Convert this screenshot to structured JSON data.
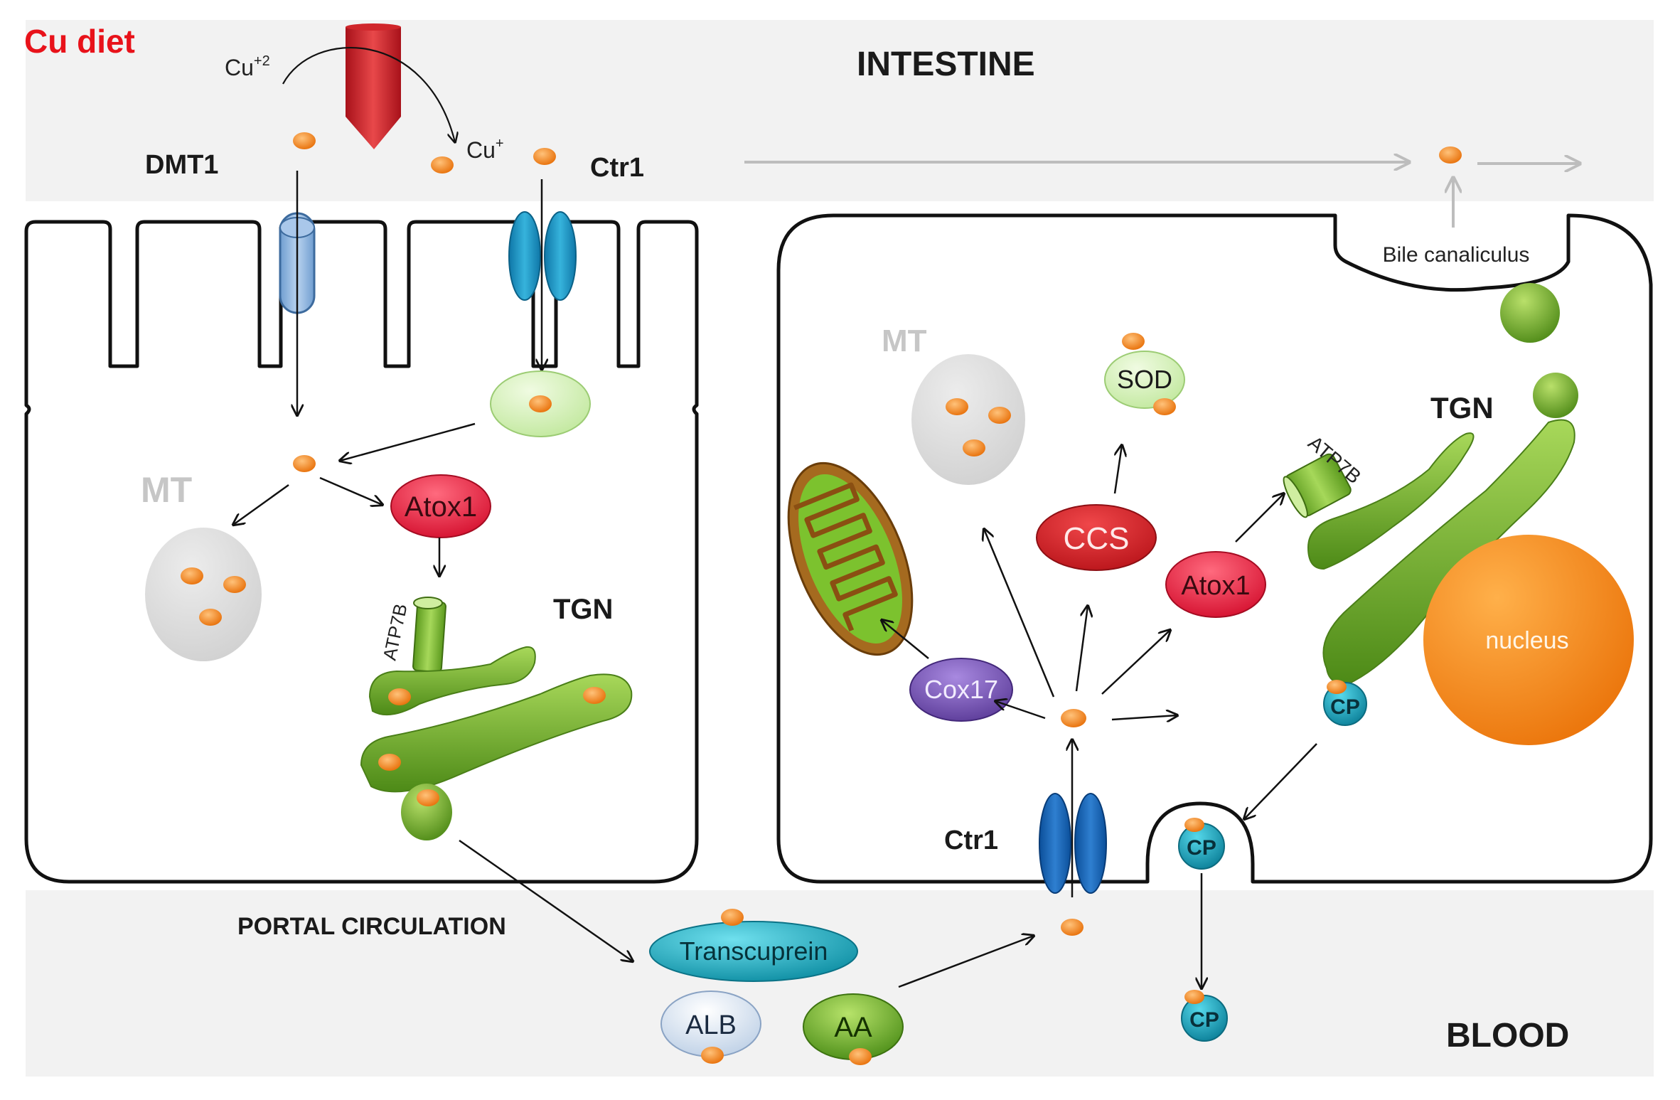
{
  "diet": {
    "label": "Cu diet"
  },
  "intestine": {
    "title": "INTESTINE",
    "cu2_label": "Cu",
    "cu2_charge": "+2",
    "cu1_label": "Cu",
    "cu1_charge": "+",
    "dmt1": "DMT1",
    "ctr1": "Ctr1"
  },
  "enterocyte": {
    "mt": "MT",
    "atox1": "Atox1",
    "atp7b": "ATP7B",
    "tgn": "TGN"
  },
  "hepatocyte": {
    "bile": "Bile canaliculus",
    "mt": "MT",
    "sod": "SOD",
    "ccs": "CCS",
    "atox1": "Atox1",
    "atp7b": "ATP7B",
    "tgn": "TGN",
    "cox17": "Cox17",
    "nucleus": "nucleus",
    "cp_golgi": "CP",
    "ctr1": "Ctr1",
    "cp_vesicle": "CP"
  },
  "blood": {
    "portal": "PORTAL CIRCULATION",
    "transcuprein": "Transcuprein",
    "alb": "ALB",
    "aa": "AA",
    "cp": "CP",
    "title": "BLOOD"
  },
  "colors": {
    "copper": "#f08a1c",
    "band": "#f2f2f2",
    "red_label": "#e8121a",
    "golgi_green": "#7fb534",
    "atox_red": "#e51c3c",
    "channel_blue": "#2a9cc8",
    "cox_purple": "#7b5ab8",
    "nucleus_orange": "#f5871f",
    "cp_teal": "#1aa6b8"
  }
}
